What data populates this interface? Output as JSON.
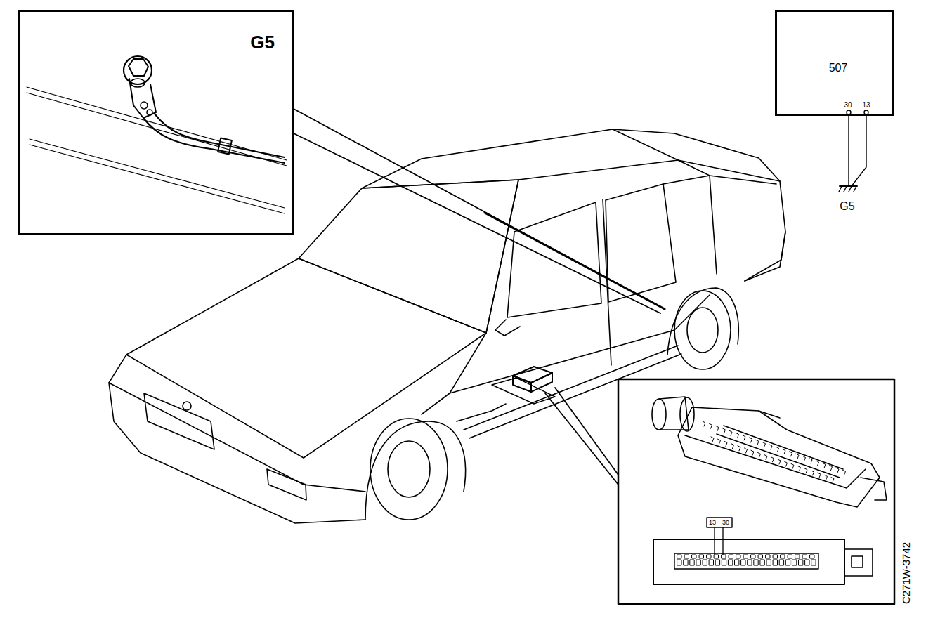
{
  "diagram": {
    "nodes": [
      {
        "text": [
          "G5"
        ]
      },
      {
        "text": [
          "507"
        ]
      }
    ],
    "labels": [
      "30",
      "13",
      "G5",
      "13",
      "30",
      "C271W-3742"
    ]
  }
}
